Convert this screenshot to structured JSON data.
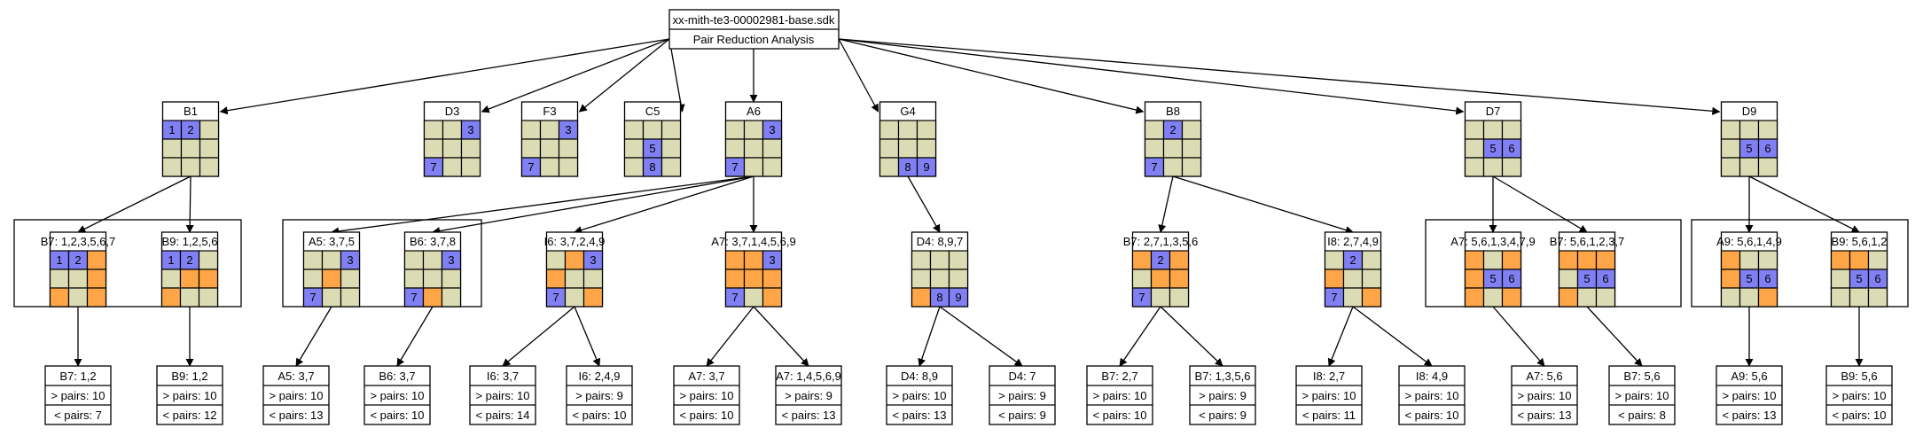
{
  "colors": {
    "empty": "#dcdcb4",
    "given": "#8080f4",
    "changed": "#ffa648",
    "line": "#000000"
  },
  "root": {
    "title": "xx-mith-te3-00002981-base.sdk",
    "subtitle": "Pair Reduction Analysis"
  },
  "level1": [
    {
      "label": "B1",
      "grid": [
        [
          "1b",
          "2b",
          "e"
        ],
        [
          "e",
          "e",
          "e"
        ],
        [
          "e",
          "e",
          "e"
        ]
      ]
    },
    {
      "label": "D3",
      "grid": [
        [
          "e",
          "e",
          "3b"
        ],
        [
          "e",
          "e",
          "e"
        ],
        [
          "7b",
          "e",
          "e"
        ]
      ]
    },
    {
      "label": "F3",
      "grid": [
        [
          "e",
          "e",
          "3b"
        ],
        [
          "e",
          "e",
          "e"
        ],
        [
          "7b",
          "e",
          "e"
        ]
      ]
    },
    {
      "label": "C5",
      "grid": [
        [
          "e",
          "e",
          "e"
        ],
        [
          "e",
          "5b",
          "e"
        ],
        [
          "e",
          "8b",
          "e"
        ]
      ]
    },
    {
      "label": "A6",
      "grid": [
        [
          "e",
          "e",
          "3b"
        ],
        [
          "e",
          "e",
          "e"
        ],
        [
          "7b",
          "e",
          "e"
        ]
      ]
    },
    {
      "label": "G4",
      "grid": [
        [
          "e",
          "e",
          "e"
        ],
        [
          "e",
          "e",
          "e"
        ],
        [
          "e",
          "8b",
          "9b"
        ]
      ]
    },
    {
      "label": "B8",
      "grid": [
        [
          "e",
          "2b",
          "e"
        ],
        [
          "e",
          "e",
          "e"
        ],
        [
          "7b",
          "e",
          "e"
        ]
      ]
    },
    {
      "label": "D7",
      "grid": [
        [
          "e",
          "e",
          "e"
        ],
        [
          "e",
          "5b",
          "6b"
        ],
        [
          "e",
          "e",
          "e"
        ]
      ]
    },
    {
      "label": "D9",
      "grid": [
        [
          "e",
          "e",
          "e"
        ],
        [
          "e",
          "5b",
          "6b"
        ],
        [
          "e",
          "e",
          "e"
        ]
      ]
    }
  ],
  "level2": [
    {
      "label": "B7: 1,2,3,5,6,7",
      "grid": [
        [
          "1b",
          "2b",
          "o"
        ],
        [
          "e",
          "e",
          "o"
        ],
        [
          "o",
          "e",
          "o"
        ]
      ]
    },
    {
      "label": "B9: 1,2,5,6",
      "grid": [
        [
          "1b",
          "2b",
          "e"
        ],
        [
          "e",
          "o",
          "o"
        ],
        [
          "o",
          "e",
          "e"
        ]
      ]
    },
    {
      "label": "A5: 3,7,5",
      "grid": [
        [
          "e",
          "e",
          "3b"
        ],
        [
          "e",
          "o",
          "e"
        ],
        [
          "7b",
          "e",
          "e"
        ]
      ]
    },
    {
      "label": "B6: 3,7,8",
      "grid": [
        [
          "e",
          "e",
          "3b"
        ],
        [
          "e",
          "e",
          "e"
        ],
        [
          "7b",
          "o",
          "e"
        ]
      ]
    },
    {
      "label": "I6: 3,7,2,4,9",
      "grid": [
        [
          "e",
          "o",
          "3b"
        ],
        [
          "o",
          "e",
          "e"
        ],
        [
          "7b",
          "e",
          "o"
        ]
      ]
    },
    {
      "label": "A7: 3,7,1,4,5,6,9",
      "grid": [
        [
          "o",
          "o",
          "3b"
        ],
        [
          "o",
          "o",
          "o"
        ],
        [
          "7b",
          "e",
          "o"
        ]
      ]
    },
    {
      "label": "D4: 8,9,7",
      "grid": [
        [
          "e",
          "e",
          "e"
        ],
        [
          "e",
          "e",
          "e"
        ],
        [
          "o",
          "8b",
          "9b"
        ]
      ]
    },
    {
      "label": "B7: 2,7,1,3,5,6",
      "grid": [
        [
          "o",
          "2b",
          "o"
        ],
        [
          "e",
          "o",
          "o"
        ],
        [
          "7b",
          "e",
          "e"
        ]
      ]
    },
    {
      "label": "I8: 2,7,4,9",
      "grid": [
        [
          "e",
          "2b",
          "e"
        ],
        [
          "o",
          "e",
          "e"
        ],
        [
          "7b",
          "e",
          "o"
        ]
      ]
    },
    {
      "label": "A7: 5,6,1,3,4,7,9",
      "grid": [
        [
          "o",
          "e",
          "o"
        ],
        [
          "o",
          "5b",
          "6b"
        ],
        [
          "o",
          "e",
          "o"
        ]
      ]
    },
    {
      "label": "B7: 5,6,1,2,3,7",
      "grid": [
        [
          "o",
          "o",
          "o"
        ],
        [
          "e",
          "5b",
          "6b"
        ],
        [
          "o",
          "e",
          "e"
        ]
      ]
    },
    {
      "label": "A9: 5,6,1,4,9",
      "grid": [
        [
          "o",
          "e",
          "e"
        ],
        [
          "o",
          "5b",
          "6b"
        ],
        [
          "e",
          "e",
          "o"
        ]
      ]
    },
    {
      "label": "B9: 5,6,1,2",
      "grid": [
        [
          "o",
          "o",
          "e"
        ],
        [
          "e",
          "5b",
          "6b"
        ],
        [
          "e",
          "e",
          "e"
        ]
      ]
    }
  ],
  "level3": [
    {
      "title": "B7: 1,2",
      "gt": "> pairs: 10",
      "lt": "< pairs: 7"
    },
    {
      "title": "B9: 1,2",
      "gt": "> pairs: 10",
      "lt": "< pairs: 12"
    },
    {
      "title": "A5: 3,7",
      "gt": "> pairs: 10",
      "lt": "< pairs: 13"
    },
    {
      "title": "B6: 3,7",
      "gt": "> pairs: 10",
      "lt": "< pairs: 10"
    },
    {
      "title": "I6: 3,7",
      "gt": "> pairs: 10",
      "lt": "< pairs: 14"
    },
    {
      "title": "I6: 2,4,9",
      "gt": "> pairs: 9",
      "lt": "< pairs: 10"
    },
    {
      "title": "A7: 3,7",
      "gt": "> pairs: 10",
      "lt": "< pairs: 10"
    },
    {
      "title": "A7: 1,4,5,6,9",
      "gt": "> pairs: 9",
      "lt": "< pairs: 13"
    },
    {
      "title": "D4: 8,9",
      "gt": "> pairs: 10",
      "lt": "< pairs: 13"
    },
    {
      "title": "D4: 7",
      "gt": "> pairs: 9",
      "lt": "< pairs: 9"
    },
    {
      "title": "B7: 2,7",
      "gt": "> pairs: 10",
      "lt": "< pairs: 10"
    },
    {
      "title": "B7: 1,3,5,6",
      "gt": "> pairs: 9",
      "lt": "< pairs: 9"
    },
    {
      "title": "I8: 2,7",
      "gt": "> pairs: 10",
      "lt": "< pairs: 11"
    },
    {
      "title": "I8: 4,9",
      "gt": "> pairs: 10",
      "lt": "< pairs: 10"
    },
    {
      "title": "A7: 5,6",
      "gt": "> pairs: 10",
      "lt": "< pairs: 13"
    },
    {
      "title": "B7: 5,6",
      "gt": "> pairs: 10",
      "lt": "< pairs: 8"
    },
    {
      "title": "A9: 5,6",
      "gt": "> pairs: 10",
      "lt": "< pairs: 13"
    },
    {
      "title": "B9: 5,6",
      "gt": "> pairs: 10",
      "lt": "< pairs: 10"
    }
  ]
}
